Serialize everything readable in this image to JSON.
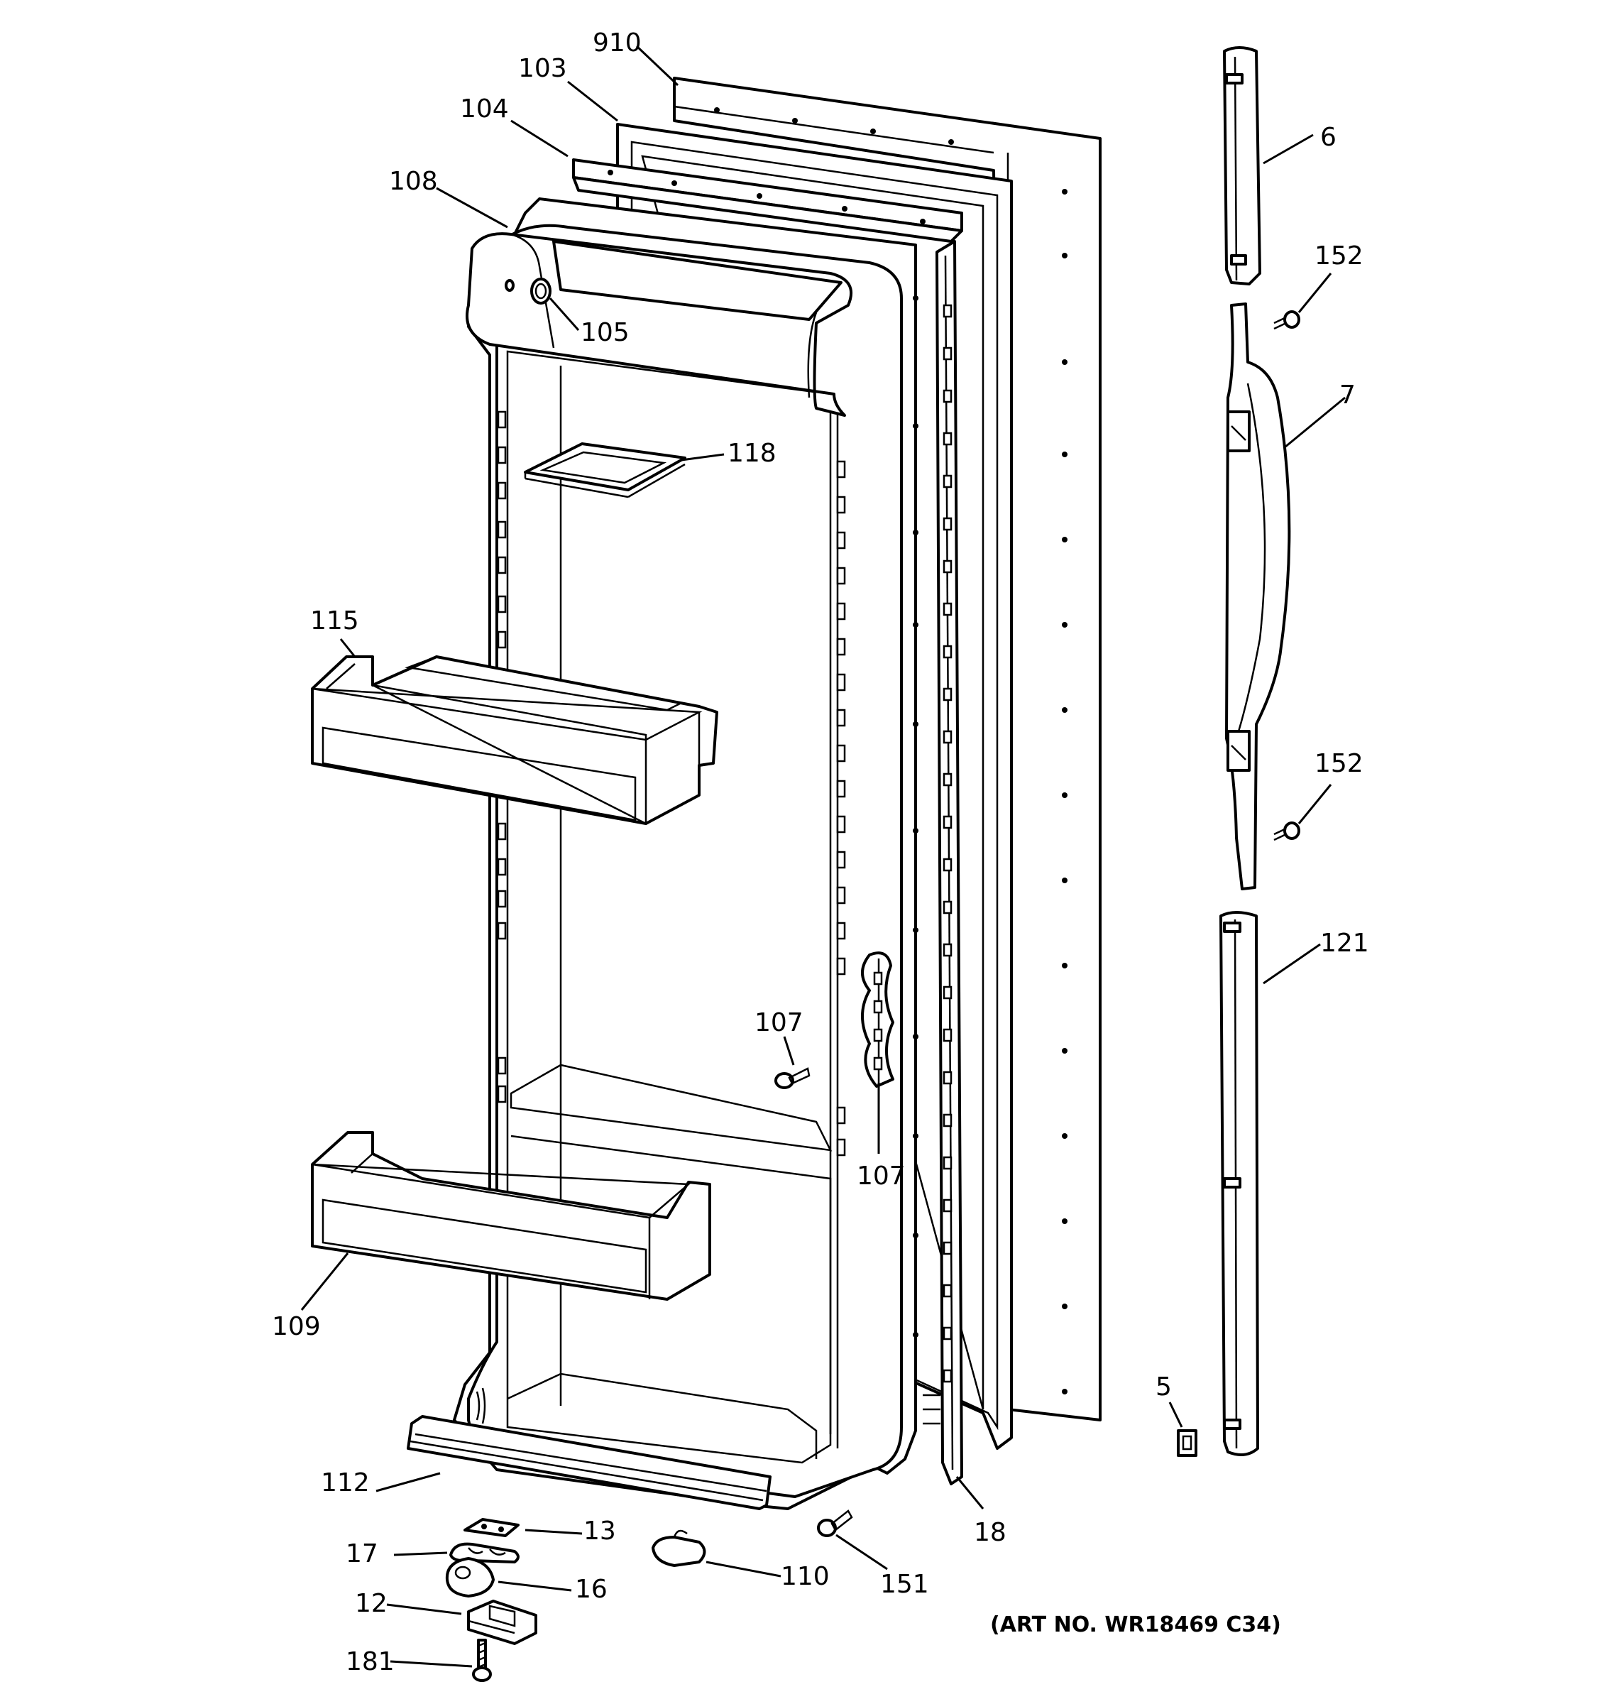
{
  "art_number": "(ART NO. WR18469 C34)",
  "callouts": {
    "c910": "910",
    "c103": "103",
    "c104": "104",
    "c108": "108",
    "c105": "105",
    "c118": "118",
    "c115": "115",
    "c107a": "107",
    "c107b": "107",
    "c109": "109",
    "c112": "112",
    "c13": "13",
    "c17": "17",
    "c16": "16",
    "c12": "12",
    "c181": "181",
    "c110": "110",
    "c151": "151",
    "c18": "18",
    "c6": "6",
    "c152a": "152",
    "c7": "7",
    "c152b": "152",
    "c121": "121",
    "c5": "5"
  }
}
